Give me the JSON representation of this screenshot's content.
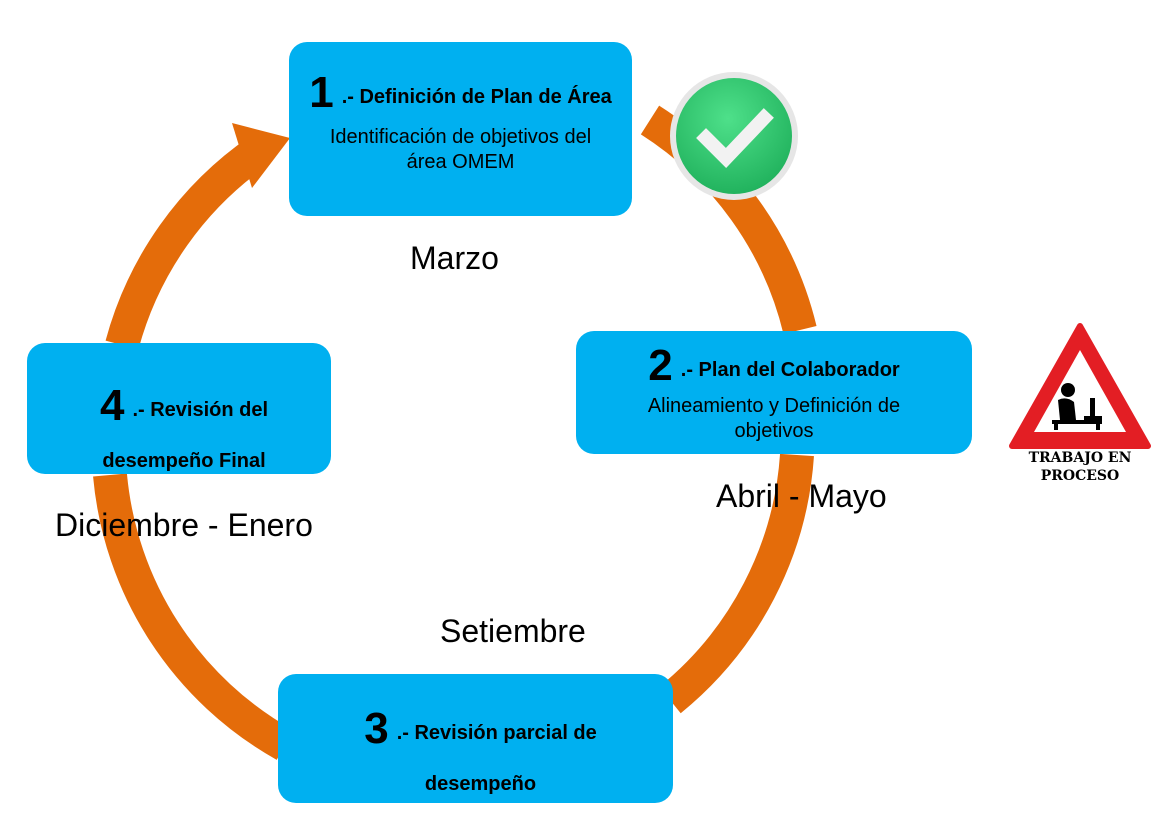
{
  "stages": [
    {
      "number": "1",
      "title": ".- Definición de Plan de Área",
      "description": "Identificación de objetivos del área  OMEM",
      "period": "Marzo"
    },
    {
      "number": "2",
      "title": ".- Plan del Colaborador",
      "description": "Alineamiento y Definición de objetivos",
      "period": "Abril - Mayo"
    },
    {
      "number": "3",
      "title": ".- Revisión parcial de desempeño",
      "description": "",
      "period": "Setiembre"
    },
    {
      "number": "4",
      "title": ".- Revisión del desempeño Final",
      "description": "",
      "period": "Diciembre - Enero"
    }
  ],
  "status_badges": {
    "completed_icon": "check-circle-icon",
    "in_progress_icon": "warning-sign-icon",
    "in_progress_text_line1": "TRABAJO EN",
    "in_progress_text_line2": "PROCESO"
  },
  "colors": {
    "box": "#00B0F0",
    "arrow": "#E46C0A",
    "check": "#2ECC71",
    "warning": "#E31E24"
  }
}
